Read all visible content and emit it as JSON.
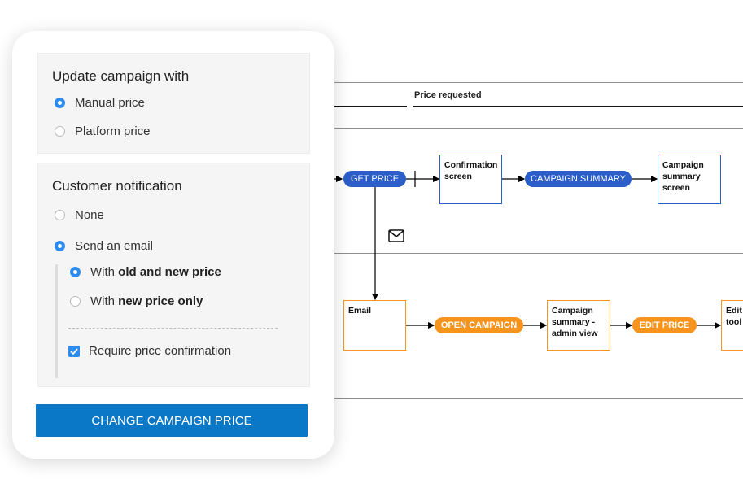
{
  "diagram": {
    "lane_label": "Price requested",
    "get_price": "GET PRICE",
    "confirmation_screen": "Confirmation screen",
    "campaign_summary": "CAMPAIGN SUMMARY",
    "campaign_summary_screen": "Campaign summary screen",
    "email": "Email",
    "open_campaign": "OPEN CAMPAIGN",
    "campaign_summary_admin": "Campaign summary - admin view",
    "edit_price": "EDIT PRICE",
    "edit_tool": "Edit tool",
    "colors": {
      "blue": "#2b5ec9",
      "orange": "#f7941d"
    }
  },
  "panel": {
    "update": {
      "title": "Update campaign with",
      "options": [
        "Manual price",
        "Platform price"
      ],
      "selected": "Manual price"
    },
    "notification": {
      "title": "Customer notification",
      "options": [
        "None",
        "Send an email"
      ],
      "selected": "Send an email",
      "email_options": [
        {
          "prefix": "With ",
          "bold": "old and new price"
        },
        {
          "prefix": "With ",
          "bold": "new price only"
        }
      ],
      "email_selected": "old and new price",
      "confirmation_label": "Require price confirmation",
      "confirmation_checked": true
    },
    "button_label": "CHANGE CAMPAIGN PRICE",
    "accent": "#2d8cf0",
    "button_color": "#0a78c6"
  }
}
